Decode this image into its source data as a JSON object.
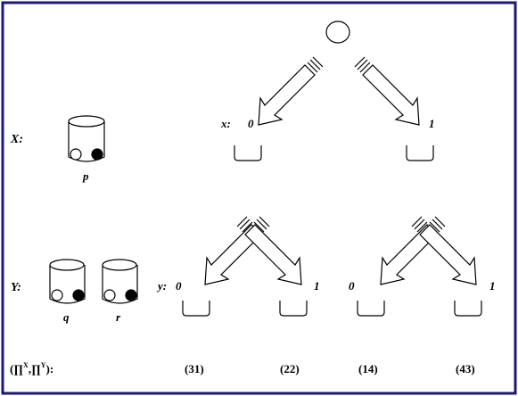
{
  "rows": {
    "x_label": "X:",
    "y_label": "Y:",
    "payoff_label": "(∏",
    "payoff_label_sup_x": "X",
    "payoff_label_mid": ",∏",
    "payoff_label_sup_y": "Y",
    "payoff_label_end": "):"
  },
  "urns": {
    "p": "p",
    "q": "q",
    "r": "r"
  },
  "x_node": {
    "prefix": "x:",
    "left_choice": "0",
    "right_choice": "1"
  },
  "y_left_node": {
    "prefix": "y:",
    "left_choice": "0",
    "right_choice": "1"
  },
  "y_right_node": {
    "left_choice": "0",
    "right_choice": "1"
  },
  "payoffs": [
    "(31)",
    "(22)",
    "(14)",
    "(43)"
  ],
  "colors": {
    "frame": "#1a1a7a",
    "ink": "#000000",
    "fill": "#ffffff"
  }
}
